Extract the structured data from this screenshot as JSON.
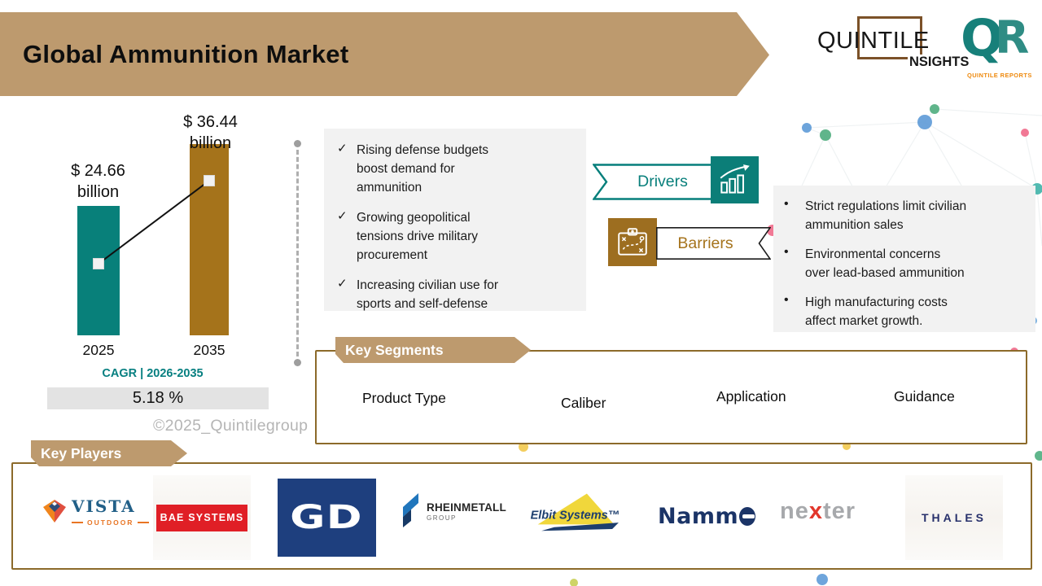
{
  "header": {
    "title": "Global Ammunition Market",
    "logo": {
      "line1": "QUINTILE",
      "line2": "NSIGHTS",
      "monogram_q": "Q",
      "monogram_r": "R",
      "monogram_caption": "QUINTILE REPORTS"
    }
  },
  "chart_data": {
    "type": "bar",
    "title": "Global Ammunition Market size",
    "categories": [
      "2025",
      "2035"
    ],
    "values": [
      24.66,
      36.44
    ],
    "unit": "USD billion",
    "ylim": [
      0,
      36.44
    ],
    "trend_line": true,
    "bars": [
      {
        "year": "2025",
        "amount": "$ 24.66",
        "unit_label": "billion",
        "value": 24.66,
        "color": "#08807A"
      },
      {
        "year": "2035",
        "amount": "$ 36.44",
        "unit_label": "billion",
        "value": 36.44,
        "color": "#A5731B"
      }
    ]
  },
  "cagr": {
    "label": "CAGR | 2026-2035",
    "value": "5.18 %"
  },
  "watermark": "©2025_Quintilegroup",
  "drivers": {
    "label": "Drivers",
    "check_glyph": "✓",
    "icon": "growth-chart-icon",
    "items": [
      [
        "Rising defense budgets",
        "boost demand for",
        "ammunition"
      ],
      [
        "Growing geopolitical",
        "tensions drive military",
        "procurement"
      ],
      [
        "Increasing civilian use for",
        "sports and self-defense"
      ]
    ]
  },
  "barriers": {
    "label": "Barriers",
    "bullet_glyph": "•",
    "icon": "strategy-clipboard-icon",
    "items": [
      [
        "Strict regulations limit civilian",
        "ammunition sales"
      ],
      [
        "Environmental concerns",
        "over lead-based ammunition"
      ],
      [
        "High manufacturing costs",
        "affect market growth."
      ]
    ]
  },
  "key_segments": {
    "label": "Key Segments",
    "items": [
      "Product Type",
      "Caliber",
      "Application",
      "Guidance"
    ]
  },
  "key_players": {
    "label": "Key Players",
    "logos": {
      "vista": {
        "name": "VISTA",
        "sub": "OUTDOOR",
        "company": "Vista Outdoor"
      },
      "bae": {
        "text": "BAE SYSTEMS",
        "company": "BAE Systems"
      },
      "gd": {
        "text": "GD",
        "company": "General Dynamics"
      },
      "rheinmetall": {
        "name": "RHEINMETALL",
        "sub": "GROUP",
        "company": "Rheinmetall Group"
      },
      "elbit": {
        "text": "Elbit Systems™",
        "company": "Elbit Systems"
      },
      "nammo": {
        "text": "Namm",
        "company": "Nammo"
      },
      "nexter": {
        "prefix": "ne",
        "accent": "x",
        "suffix": "ter",
        "company": "Nexter"
      },
      "thales": {
        "text": "THALES",
        "company": "Thales"
      }
    }
  },
  "colors": {
    "tan": "#BD9A6E",
    "teal": "#08807A",
    "brown": "#A5731B",
    "box_border": "#8C6A2A",
    "panel_gray": "#F2F2F2",
    "cagr_bar_gray": "#E3E3E3"
  }
}
